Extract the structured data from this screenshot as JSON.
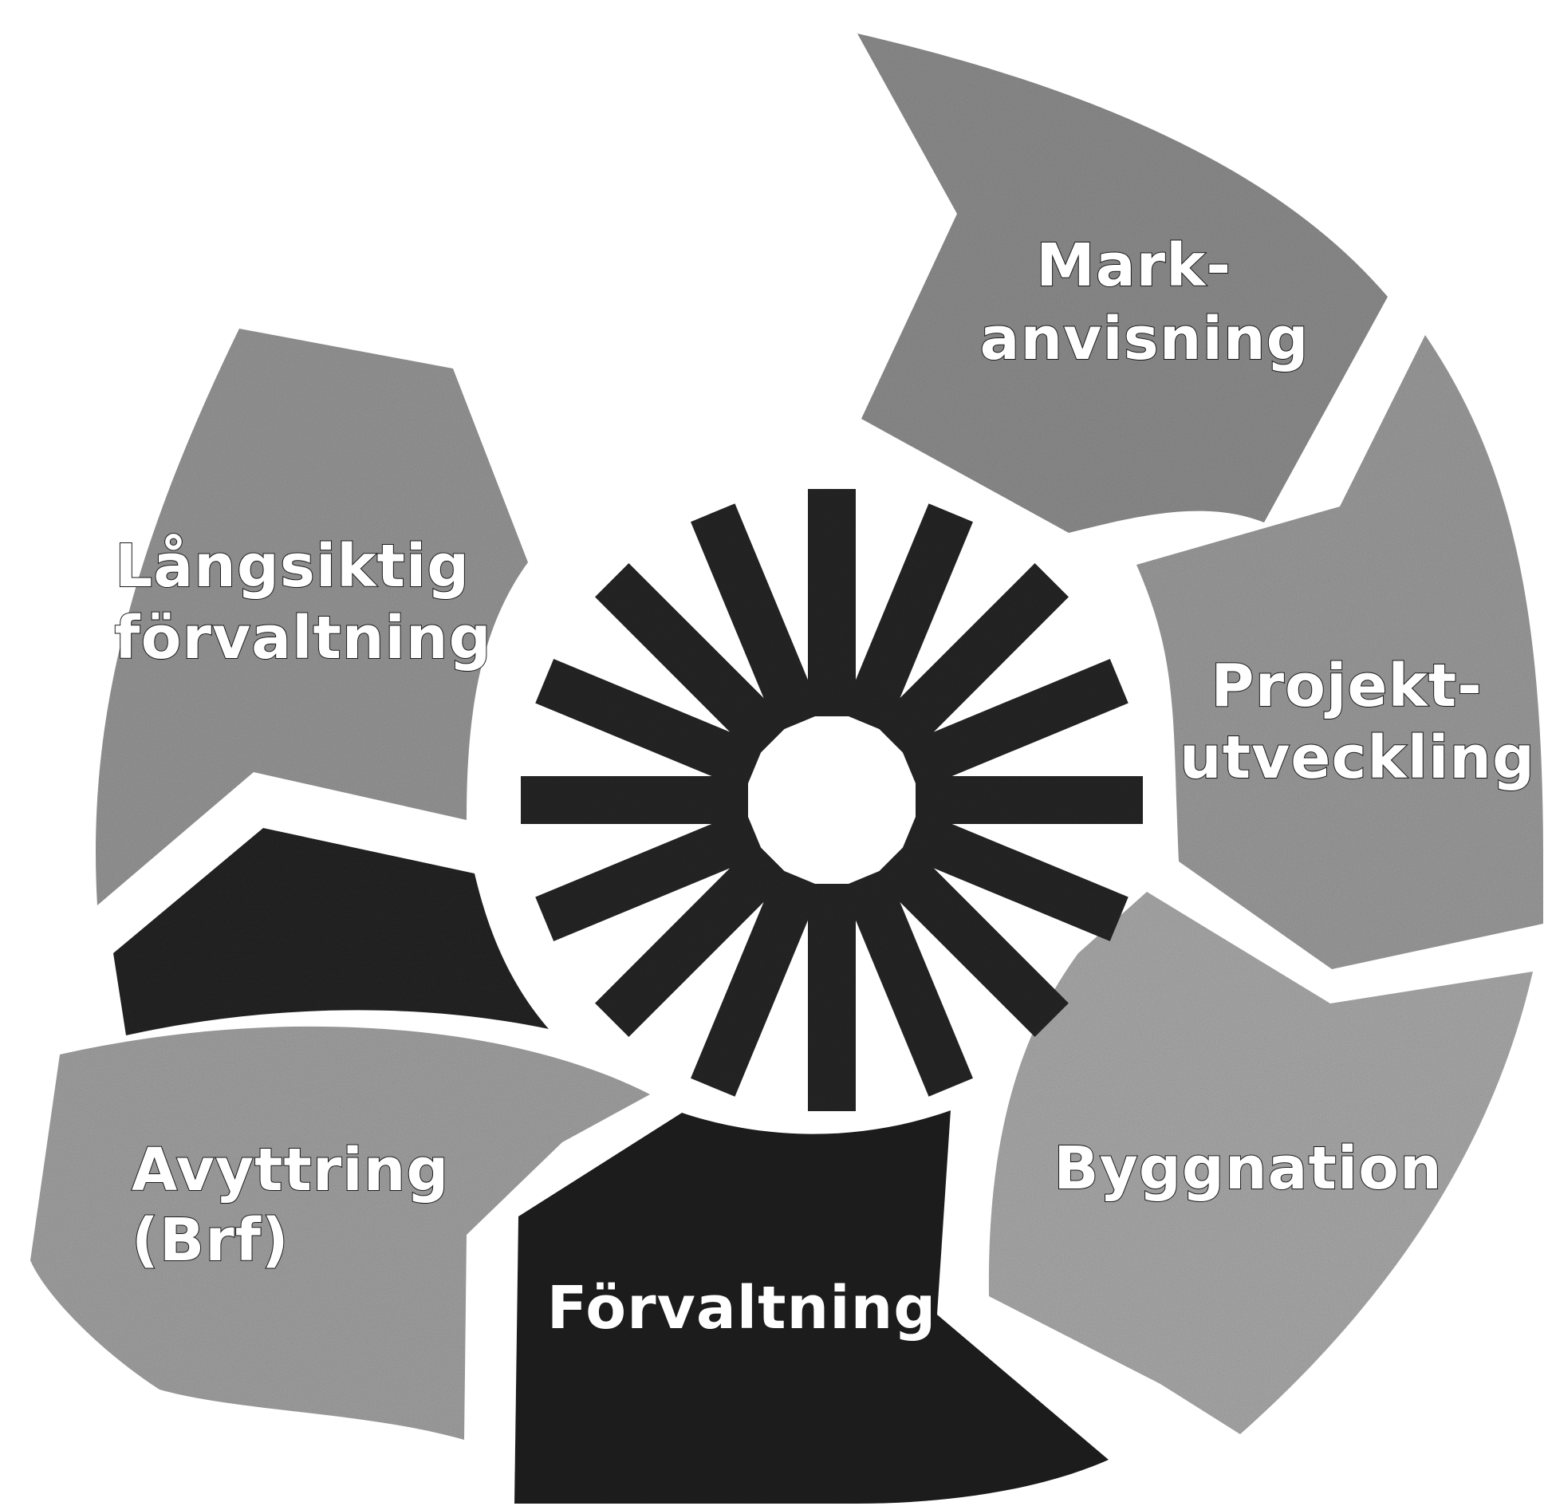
{
  "diagram": {
    "segments": [
      {
        "id": "markanvisning",
        "lines": [
          "Mark-",
          "anvisning"
        ],
        "fill": "#8c8c8c"
      },
      {
        "id": "projektutveckling",
        "lines": [
          "Projekt-",
          "utveckling"
        ],
        "fill": "#9a9a9a"
      },
      {
        "id": "byggnation",
        "lines": [
          "Byggnation"
        ],
        "fill": "#a8a8a8"
      },
      {
        "id": "forvaltning",
        "lines": [
          "Förvaltning"
        ],
        "fill": "#1f1f1f"
      },
      {
        "id": "avyttring",
        "lines": [
          "Avyttring",
          "(Brf)"
        ],
        "fill": "#a0a0a0"
      },
      {
        "id": "dark-wedge",
        "lines": [],
        "fill": "#232323"
      },
      {
        "id": "langsiktig-forvaltning",
        "lines": [
          "Långsiktig",
          "förvaltning"
        ],
        "fill": "#959595"
      }
    ],
    "center": {
      "ray_count": 16,
      "ray_fill": "#262626",
      "hub_fill": "#ffffff"
    }
  }
}
